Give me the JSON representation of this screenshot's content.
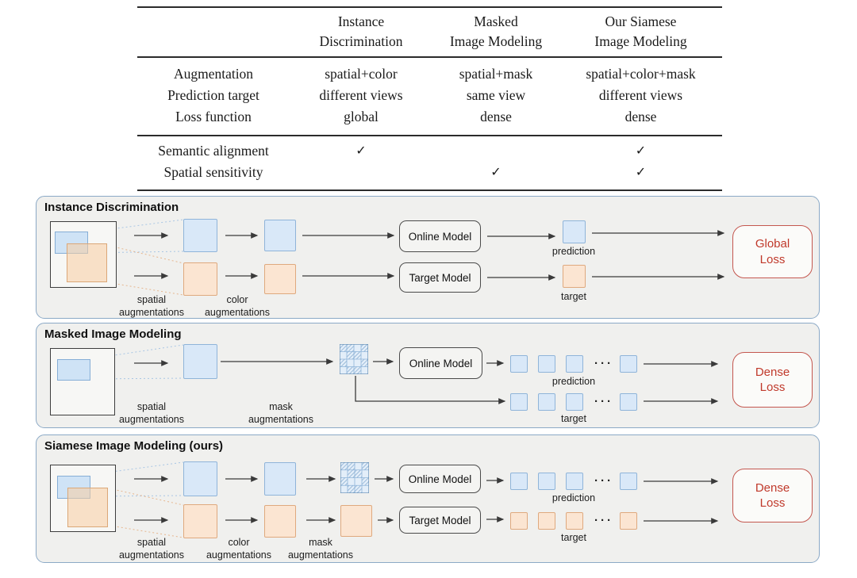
{
  "table": {
    "headers": [
      {
        "line1": "Instance",
        "line2": "Discrimination"
      },
      {
        "line1": "Masked",
        "line2": "Image Modeling"
      },
      {
        "line1": "Our Siamese",
        "line2": "Image Modeling"
      }
    ],
    "rows": [
      {
        "label": "Augmentation",
        "c1": "spatial+color",
        "c2": "spatial+mask",
        "c3": "spatial+color+mask"
      },
      {
        "label": "Prediction target",
        "c1": "different views",
        "c2": "same view",
        "c3": "different views"
      },
      {
        "label": "Loss function",
        "c1": "global",
        "c2": "dense",
        "c3": "dense"
      }
    ],
    "checks": [
      {
        "label": "Semantic alignment",
        "c1": "✓",
        "c2": "",
        "c3": "✓"
      },
      {
        "label": "Spatial sensitivity",
        "c1": "",
        "c2": "✓",
        "c3": "✓"
      }
    ]
  },
  "panels": [
    {
      "title": "Instance Discrimination",
      "online_model": "Online Model",
      "target_model": "Target Model",
      "prediction": "prediction",
      "target": "target",
      "loss": "Global Loss",
      "aug1": "spatial augmentations",
      "aug2": "color augmentations"
    },
    {
      "title": "Masked Image Modeling",
      "online_model": "Online Model",
      "prediction": "prediction",
      "target": "target",
      "loss": "Dense Loss",
      "aug1": "spatial augmentations",
      "aug2": "mask augmentations",
      "dots": "···"
    },
    {
      "title": "Siamese Image Modeling (ours)",
      "online_model": "Online Model",
      "target_model": "Target Model",
      "prediction": "prediction",
      "target": "target",
      "loss": "Dense Loss",
      "aug1": "spatial augmentations",
      "aug2": "color augmentations",
      "aug3": "mask augmentations",
      "dots": "···"
    }
  ],
  "colors": {
    "blue_fill": "#d9e8f8",
    "blue_border": "#8fb4d9",
    "orange_fill": "#fbe5d2",
    "orange_border": "#dfa97e",
    "panel_bg": "#f0f0ee",
    "panel_border": "#8ba9c6",
    "loss_red": "#c0392b",
    "loss_border": "#c4574f",
    "arrow": "#3a3a3a"
  }
}
